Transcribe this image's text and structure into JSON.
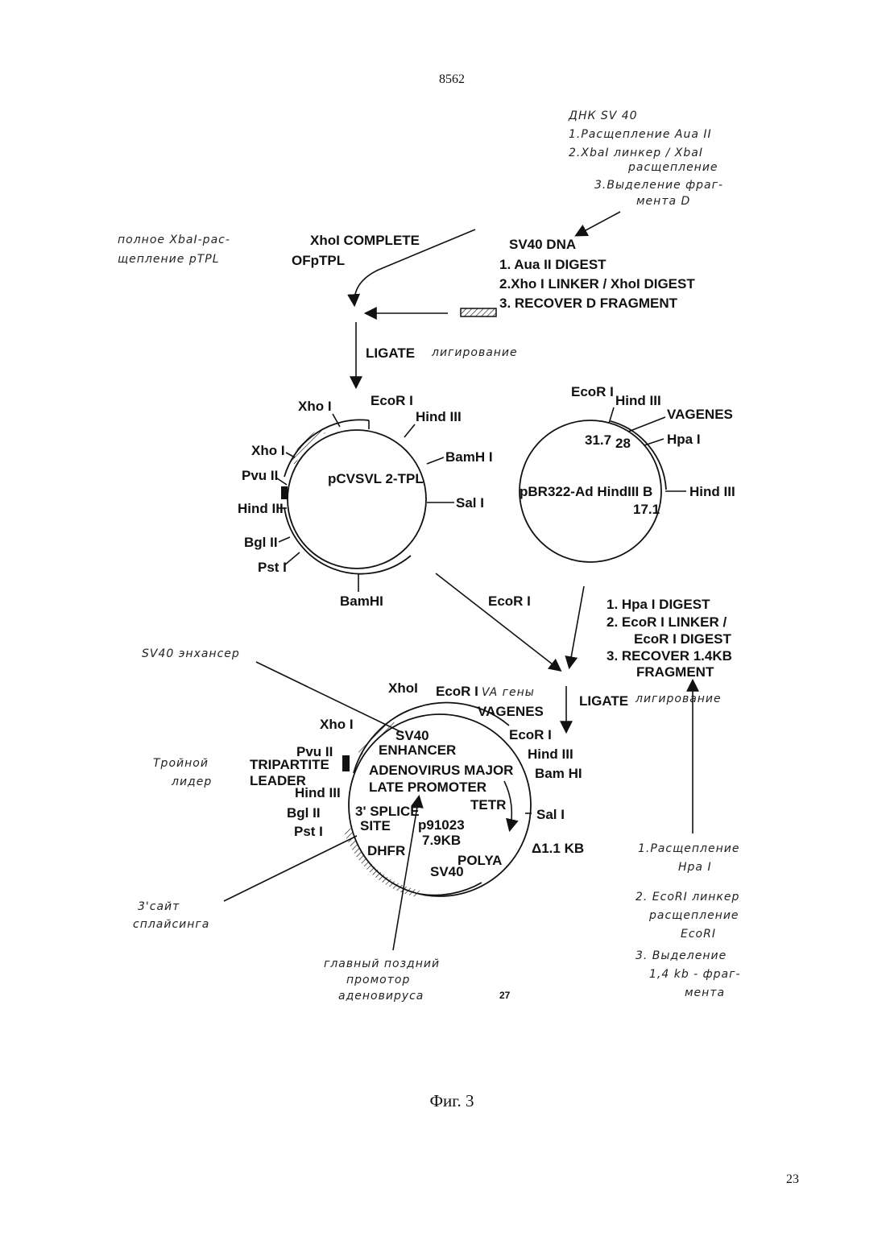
{
  "header": {
    "code": "8562"
  },
  "footer": {
    "page_number": "23",
    "figure_caption": "Фиг. 3",
    "inner_page": "27"
  },
  "sv40_block": {
    "ru_lines": [
      "ДНК SV 40",
      "1.Расщепление Aua II",
      "2.XbaI линкер / XbaI",
      "расщепление",
      "3.Выделение фраг-",
      "мента D"
    ],
    "en_lines": [
      "SV40 DNA",
      "1. Aua II DIGEST",
      "2.Xho I LINKER / XhoI DIGEST",
      "3. RECOVER D FRAGMENT"
    ]
  },
  "xhoi_block": {
    "ru_lines": [
      "полное XbaI-рас-",
      "щепление pTPL"
    ],
    "en_lines": [
      "XhoI COMPLETE",
      "OFpTPL"
    ]
  },
  "ligate1": {
    "en": "LIGATE",
    "ru": "лигирование"
  },
  "plasmid1": {
    "name": "pCVSVL 2-TPL",
    "sites": [
      "Xho I",
      "EcoR I",
      "Hind III",
      "BamH I",
      "Sal I",
      "BamHI",
      "Pst I",
      "Bgl II",
      "Hind III",
      "Pvu II",
      "Xho I"
    ]
  },
  "plasmid2": {
    "name": "pBR322-Ad HindIII B",
    "sites": [
      "EcoR I",
      "Hind III",
      "VAGENES",
      "Hpa I",
      "Hind III"
    ],
    "numbers": [
      "31.7",
      "28",
      "17.1"
    ]
  },
  "arrow_label_ecori": "EcoR I",
  "hpai_block": {
    "en_lines": [
      "1. Hpa I DIGEST",
      "2. EcoR I LINKER /",
      "EcoR I DIGEST",
      "3. RECOVER 1.4KB",
      "FRAGMENT"
    ],
    "ru_lines": [
      "1.Расщепление",
      "Hpa I",
      "2. EcoRI линкер",
      "расщепление",
      "EcoRI",
      "3. Выделение",
      "1,4 kb - фраг-",
      "мента"
    ]
  },
  "ligate2": {
    "en": "LIGATE",
    "ru": "лигирование"
  },
  "plasmid3": {
    "name": "p91023",
    "size": "7.9KB",
    "sites": [
      "XhoI",
      "EcoR I",
      "VAGENES",
      "EcoR I",
      "Hind III",
      "Bam HI",
      "Sal I",
      "Δ1.1 KB",
      "Pst I",
      "Bgl II",
      "Hind III",
      "Pvu II",
      "Xho I"
    ],
    "labels": [
      "SV40",
      "ENHANCER",
      "ADENOVIRUS MAJOR",
      "LATE PROMOTER",
      "TETR",
      "3' SPLICE",
      "SITE",
      "DHFR",
      "POLYA",
      "SV40",
      "TRIPARTITE",
      "LEADER"
    ],
    "ru_annotations": {
      "vagenes": "VA гены",
      "enhancer": "SV40 энхансер",
      "tripartite": [
        "Тройной",
        "лидер"
      ],
      "splice": [
        "3'сайт",
        "сплайсинга"
      ],
      "promoter": [
        "главный поздний",
        "промотор",
        "аденовируса"
      ]
    }
  }
}
